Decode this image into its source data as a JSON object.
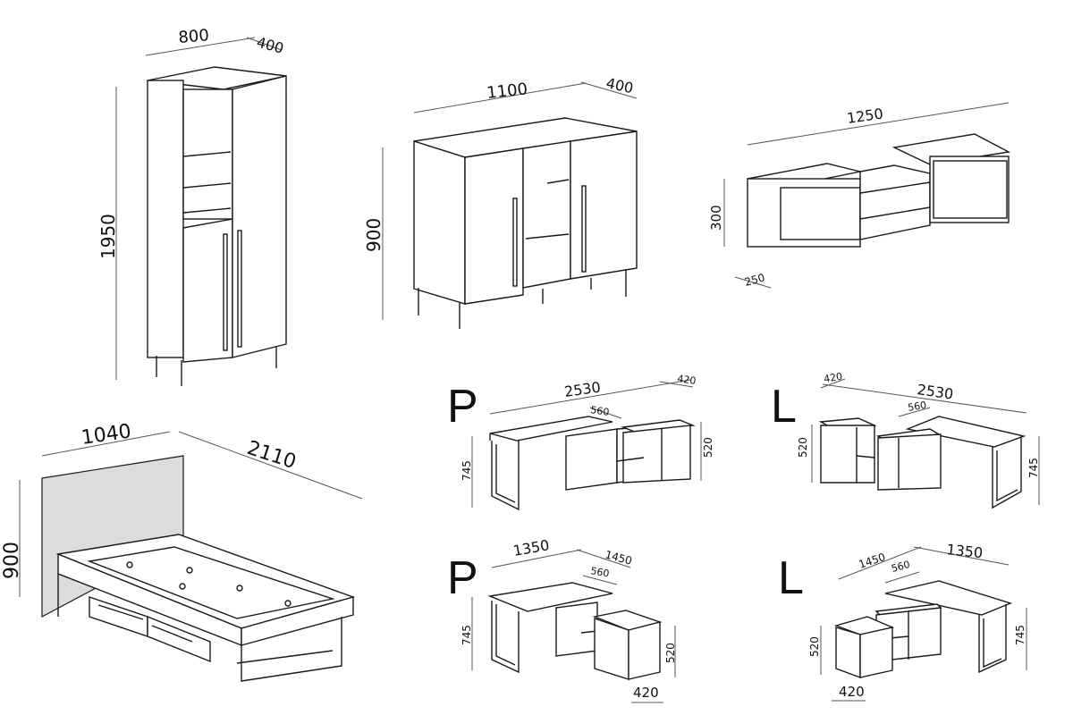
{
  "wardrobe": {
    "width": "800",
    "depth": "400",
    "height": "1950"
  },
  "sideboard": {
    "width": "1100",
    "depth": "400",
    "height": "900"
  },
  "shelf": {
    "width": "1250",
    "height": "300",
    "depth": "250"
  },
  "bed": {
    "width": "1040",
    "length": "2110",
    "height": "900"
  },
  "desk_p_straight": {
    "letter": "P",
    "length": "2530",
    "depth": "420",
    "inner": "560",
    "height": "745",
    "cabinet_height": "520"
  },
  "desk_l_straight": {
    "letter": "L",
    "length": "2530",
    "depth": "420",
    "inner": "560",
    "height": "745",
    "cabinet_height": "520"
  },
  "desk_p_corner": {
    "letter": "P",
    "length_a": "1350",
    "length_b": "1450",
    "inner": "560",
    "height": "745",
    "cabinet_height": "520",
    "cabinet_width": "420"
  },
  "desk_l_corner": {
    "letter": "L",
    "length_a": "1450",
    "length_b": "1350",
    "inner": "560",
    "height": "745",
    "cabinet_height": "520",
    "cabinet_width": "420"
  }
}
